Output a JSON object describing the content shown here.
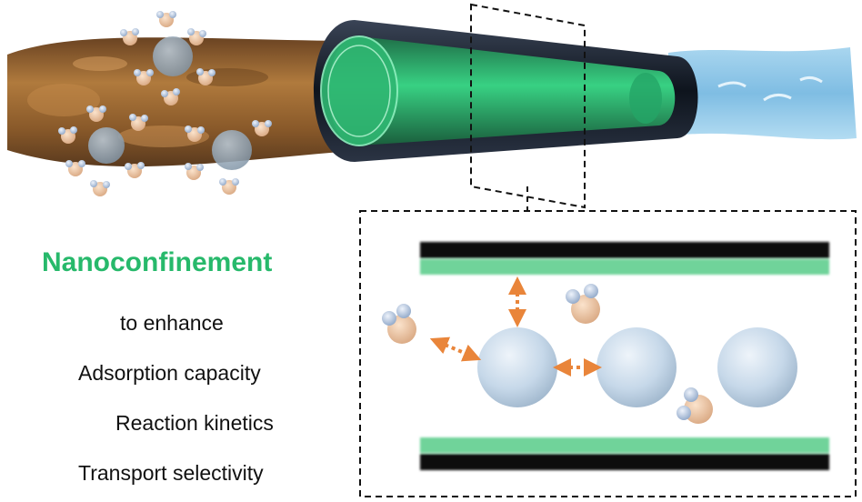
{
  "caption": {
    "headline": "Nanoconfinement",
    "line1": "to enhance",
    "line2": "Adsorption capacity",
    "line3": "Reaction kinetics",
    "line4": "Transport selectivity"
  },
  "colors": {
    "accent_green": "#27b96b",
    "arrow_orange": "#e9853a",
    "wall_black": "#0d0d0d",
    "wall_green": "#6fd39a",
    "sphere_blue": "#c5d7e8",
    "stream_brown": "#8a5a2a",
    "stream_blue": "#8fc4e4"
  },
  "icons": {
    "molecule": "water-molecule-icon",
    "sphere": "gas-sphere-icon",
    "arrow": "interaction-arrow-icon"
  }
}
